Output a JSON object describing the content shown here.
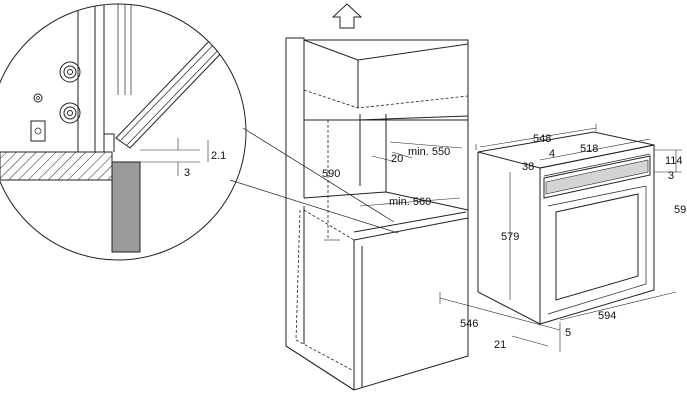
{
  "dimensions": {
    "gap_2_1": "2.1",
    "gap_3_detail": "3",
    "height_590": "590",
    "depth_20": "20",
    "min_550": "min. 550",
    "min_560": "min. 560",
    "depth_548": "548",
    "width_518": "518",
    "offset_4": "4",
    "offset_38": "38",
    "height_114": "114",
    "offset_3": "3",
    "height_579": "579",
    "depth_546": "546",
    "width_594": "594",
    "edge_21": "21",
    "offset_5": "5",
    "height_59_partial": "59"
  },
  "icons": {
    "up_arrow": "ventilation-arrow-icon"
  }
}
